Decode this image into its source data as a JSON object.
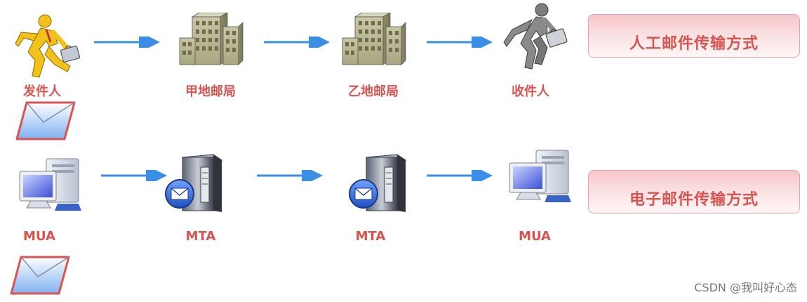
{
  "manual_row": {
    "nodes": [
      {
        "label": "发件人",
        "icon": "running-man-yellow-icon"
      },
      {
        "label": "甲地邮局",
        "icon": "building-icon"
      },
      {
        "label": "乙地邮局",
        "icon": "building-icon"
      },
      {
        "label": "收件人",
        "icon": "running-man-gray-icon"
      }
    ],
    "banner": "人工邮件传输方式"
  },
  "email_row": {
    "nodes": [
      {
        "label": "MUA",
        "icon": "computer-icon"
      },
      {
        "label": "MTA",
        "icon": "mail-server-icon"
      },
      {
        "label": "MTA",
        "icon": "mail-server-icon"
      },
      {
        "label": "MUA",
        "icon": "computer-icon"
      }
    ],
    "banner": "电子邮件传输方式"
  },
  "watermark": "CSDN @我叫好心态",
  "colors": {
    "label": "#d9534f",
    "arrow": "#3a8ee6",
    "banner_border": "#e9a3a8"
  }
}
